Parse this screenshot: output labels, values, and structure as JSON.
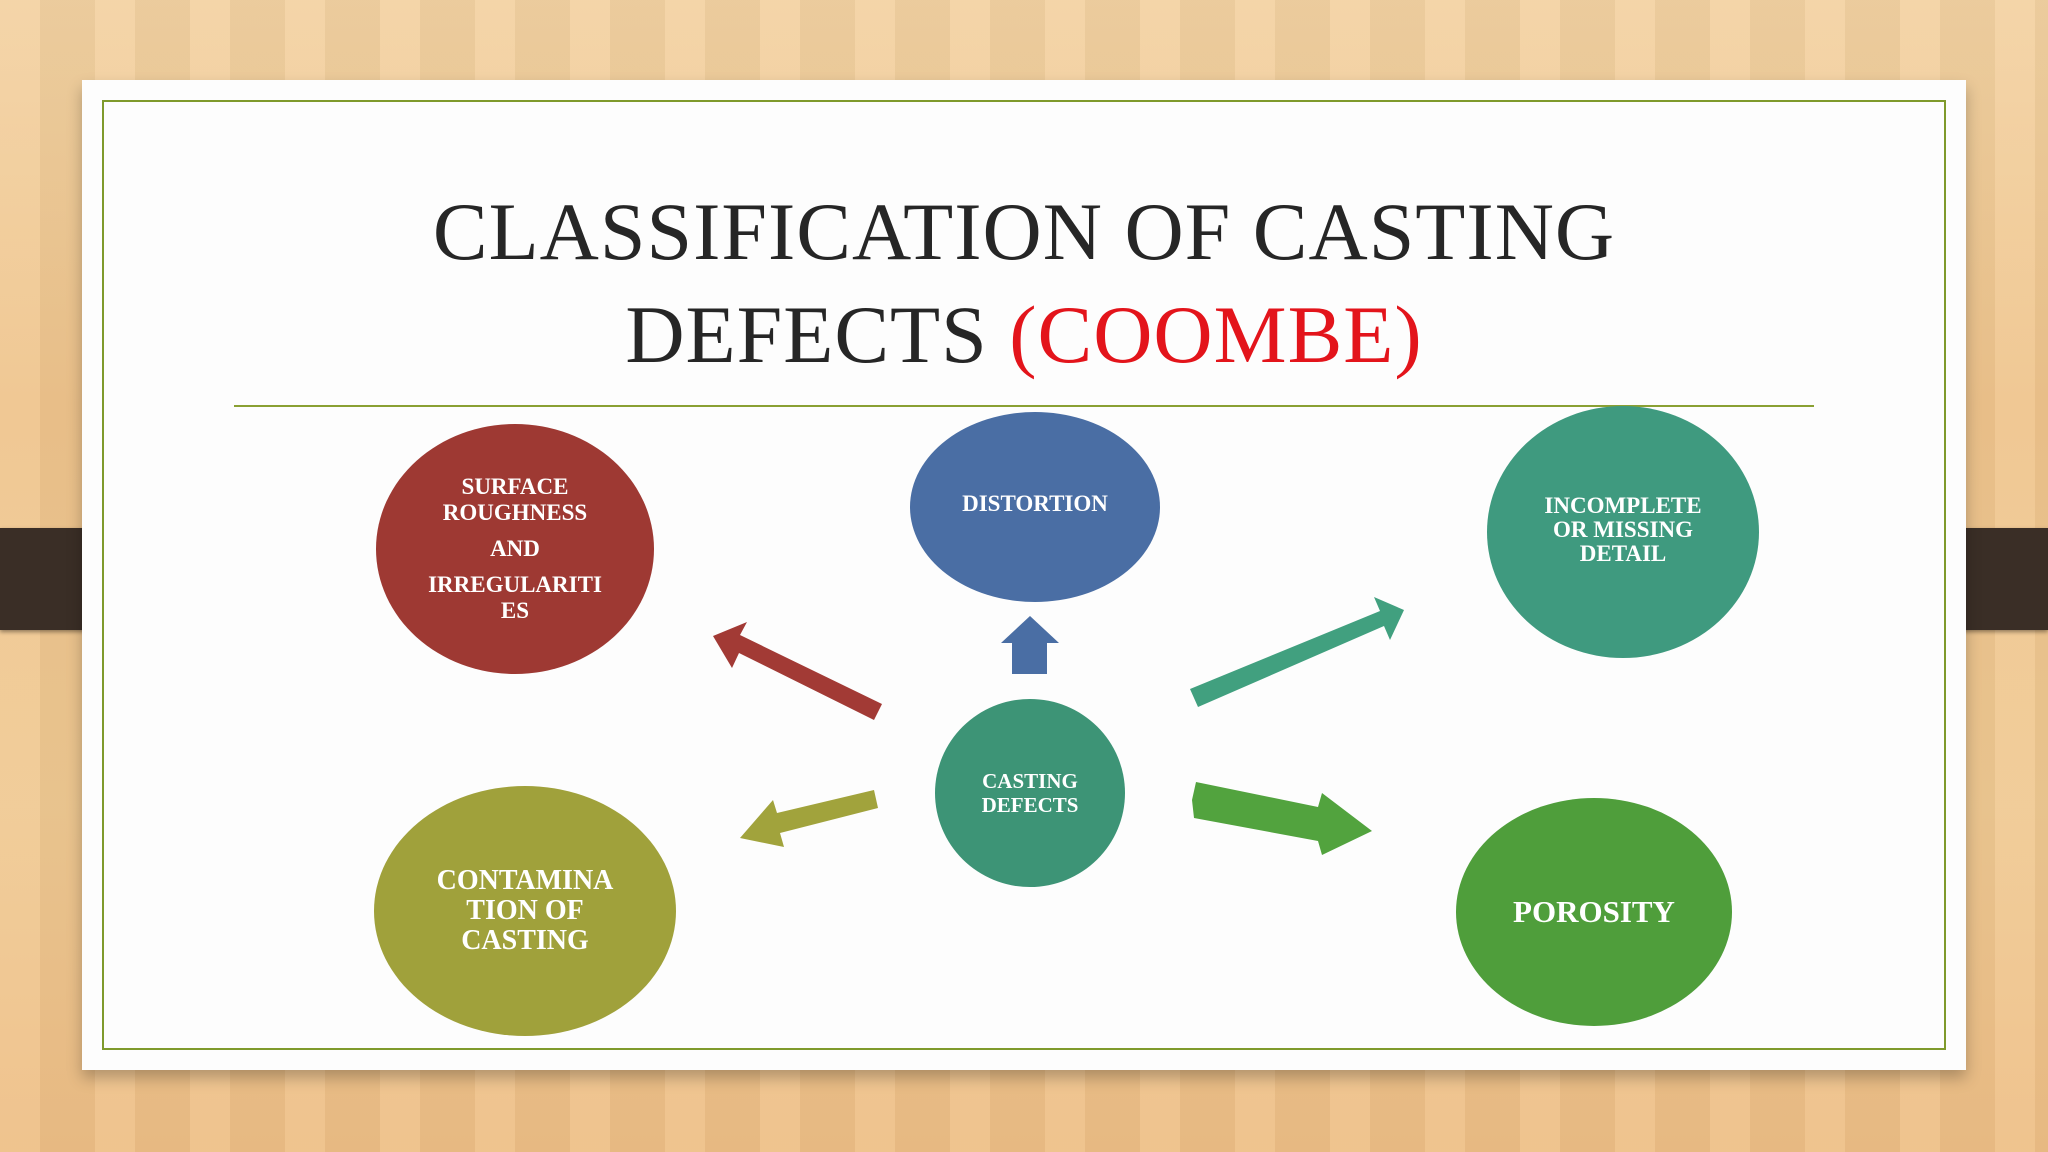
{
  "slide": {
    "title_main_line1": "CLASSIFICATION OF CASTING",
    "title_main_line2": "DEFECTS",
    "title_accent": "(COOMBE)"
  },
  "nodes": {
    "center": [
      "CASTING",
      "DEFECTS"
    ],
    "surface": [
      "SURFACE",
      "ROUGHNESS",
      "AND",
      "IRREGULARITI",
      "ES"
    ],
    "distortion": [
      "DISTORTION"
    ],
    "incomplete": [
      "INCOMPLETE",
      "OR MISSING",
      "DETAIL"
    ],
    "contamination": [
      "CONTAMINA",
      "TION OF",
      "CASTING"
    ],
    "porosity": [
      "POROSITY"
    ]
  },
  "colors": {
    "surface": "#9e3933",
    "distortion": "#4a6ea4",
    "incomplete": "#3f9a7f",
    "center": "#3d9476",
    "contamination": "#a0a13b",
    "porosity": "#4f9e3b",
    "title_accent": "#e3141b",
    "frame": "#7f9a2c"
  },
  "edges": [
    {
      "from": "center",
      "to": "surface"
    },
    {
      "from": "center",
      "to": "distortion"
    },
    {
      "from": "center",
      "to": "incomplete"
    },
    {
      "from": "center",
      "to": "contamination"
    },
    {
      "from": "center",
      "to": "porosity"
    }
  ]
}
